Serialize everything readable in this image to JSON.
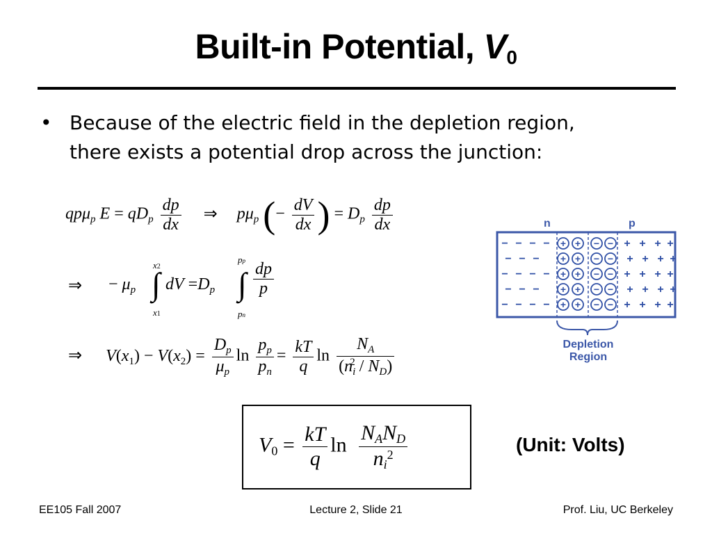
{
  "title": {
    "text": "Built-in Potential, ",
    "symbol": "V",
    "subscript": "0"
  },
  "bullet": {
    "glyph": "•",
    "line1": "Because of the electric field in the depletion region,",
    "line2": "there exists a potential drop across the junction:"
  },
  "equations": {
    "eq1_lhs": "qpμ",
    "eq1_lhs2": "E = qD",
    "eq1_sub_p": "p",
    "dp": "dp",
    "dx": "dx",
    "dV": "dV",
    "implies": "⇒",
    "minus": "−",
    "equals": "=",
    "eq2_mu": "μ",
    "eq2_dV": "dV",
    "eq2_D": "=D",
    "x2": "x",
    "x1": "x",
    "pp": "p",
    "pn": "p",
    "eq3_V": "V(x",
    "eq3_mid": ") − V(x",
    "eq3_end": ") =",
    "ln": "ln",
    "kT": "kT",
    "q": "q",
    "NA": "N",
    "ni": "n",
    "ND": "N"
  },
  "boxed": {
    "V": "V",
    "sub0": "0",
    "kT": "kT",
    "q": "q",
    "ln": "ln",
    "NA": "N",
    "ND": "N",
    "ni": "n",
    "sq": "2"
  },
  "unit": "(Unit: Volts)",
  "diagram": {
    "n_label": "n",
    "p_label": "p",
    "depletion_label_line1": "Depletion",
    "depletion_label_line2": "Region",
    "colors": {
      "frame": "#3b57a8",
      "charges": "#2f4fa5",
      "label": "#3b57a8"
    }
  },
  "footer": {
    "left": "EE105 Fall 2007",
    "center": "Lecture 2, Slide 21",
    "right": "Prof. Liu, UC Berkeley"
  }
}
